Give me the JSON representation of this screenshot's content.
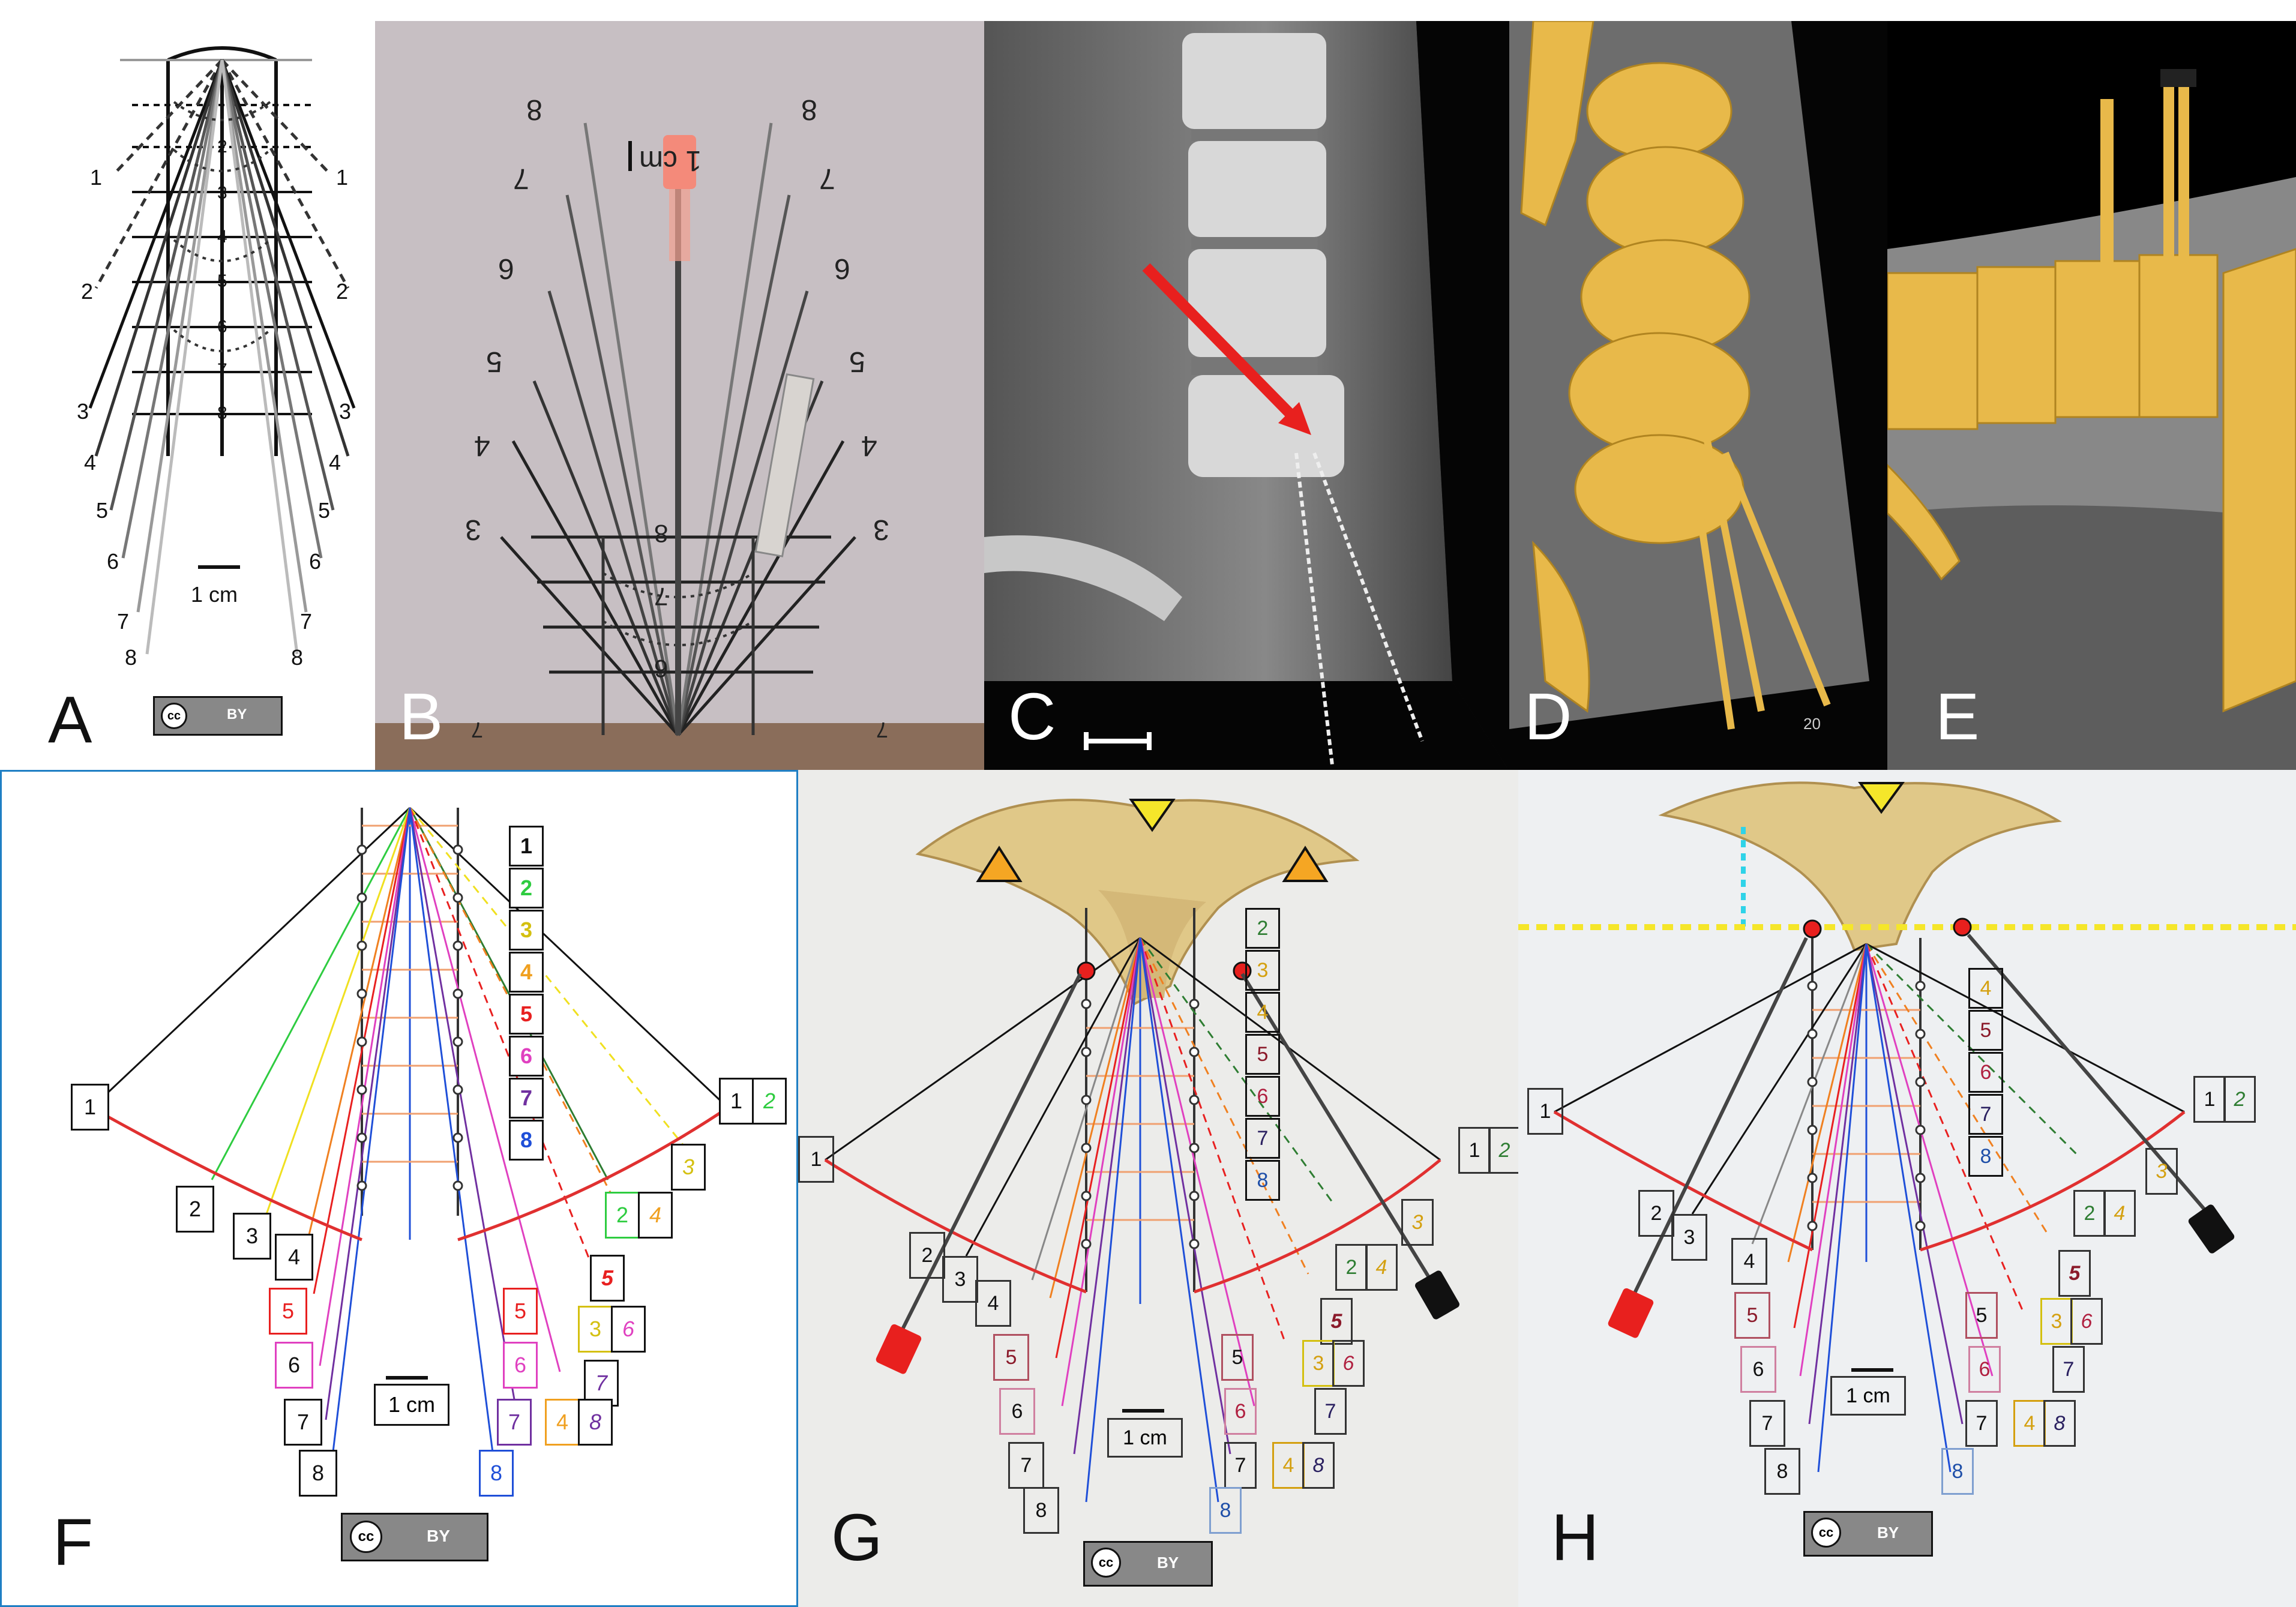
{
  "panels": {
    "A": {
      "letter": "A",
      "left_labels": [
        "1",
        "2",
        "3",
        "4",
        "5",
        "6",
        "7",
        "8"
      ],
      "right_labels": [
        "1",
        "2",
        "3",
        "4",
        "5",
        "6",
        "7",
        "8"
      ],
      "center_labels": [
        "2",
        "3",
        "4",
        "5",
        "6",
        "7",
        "8"
      ],
      "scale": "1 cm"
    },
    "B": {
      "letter": "B",
      "left_labels": [
        "8",
        "7",
        "6",
        "5",
        "4",
        "3"
      ],
      "right_labels": [
        "8",
        "7",
        "6",
        "5",
        "4",
        "3"
      ],
      "center_labels": [
        "8",
        "7",
        "6"
      ],
      "scale": "1 cm",
      "bottom_left": "7",
      "bottom_right": "7"
    },
    "C": {
      "letter": "C"
    },
    "D": {
      "letter": "D",
      "scale_text": "20"
    },
    "E": {
      "letter": "E"
    },
    "F": {
      "letter": "F",
      "top_boxes": [
        "1",
        "2",
        "3",
        "4",
        "5",
        "6",
        "7",
        "8"
      ],
      "left_boxes": [
        "1",
        "2",
        "3",
        "4",
        "5",
        "6",
        "7",
        "8"
      ],
      "right_boxes": [
        "1",
        "2",
        "2",
        "3",
        "3",
        "4",
        "5",
        "5",
        "6",
        "6",
        "7",
        "7",
        "8",
        "8",
        "4"
      ],
      "scale": "1 cm"
    },
    "G": {
      "letter": "G",
      "top_boxes": [
        "2",
        "3",
        "4",
        "5",
        "6",
        "7",
        "8"
      ],
      "left_boxes": [
        "1",
        "2",
        "3",
        "4",
        "5",
        "6",
        "7",
        "8"
      ],
      "right_boxes": [
        "1",
        "2",
        "3",
        "2",
        "4",
        "5",
        "3",
        "6",
        "5",
        "6",
        "7",
        "7",
        "4",
        "8",
        "8"
      ],
      "scale": "1 cm"
    },
    "H": {
      "letter": "H",
      "top_boxes": [
        "4",
        "5",
        "6",
        "7",
        "8"
      ],
      "left_boxes": [
        "1",
        "2",
        "3",
        "4",
        "5",
        "6",
        "7",
        "8"
      ],
      "right_boxes": [
        "1",
        "2",
        "3",
        "2",
        "4",
        "5",
        "3",
        "6",
        "5",
        "6",
        "7",
        "7",
        "4",
        "8",
        "8"
      ],
      "scale": "1 cm"
    }
  },
  "badge": {
    "cc": "cc",
    "by": "BY"
  },
  "colors": {
    "panel_border": "#1f7fc4",
    "frame_red": "#e03030",
    "arrow_red": "#e8201e",
    "marker_yellow": "#f5e62a",
    "marker_orange": "#f5a623",
    "bone_gold": "#e8b94a",
    "cyan": "#2fd3e8"
  }
}
